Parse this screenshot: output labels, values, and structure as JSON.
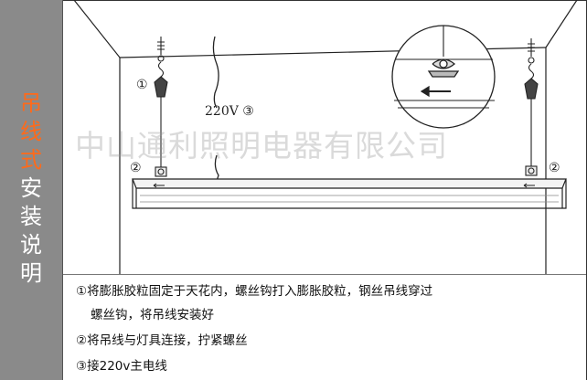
{
  "sidebar": {
    "title_accent": [
      "吊",
      "线",
      "式"
    ],
    "title_rest": [
      "安",
      "装",
      "说",
      "明"
    ],
    "accent_color": "#ff6a1a"
  },
  "watermark": "中山通利照明电器有限公司",
  "diagram": {
    "callout_1": "①",
    "callout_2_left": "②",
    "callout_2_right": "②",
    "voltage_label": "220V ③"
  },
  "notes": [
    "①将膨胀胶粒固定于天花内，螺丝钩打入膨胀胶粒，钢丝吊线穿过",
    "螺丝钩，将吊线安装好",
    "②将吊线与灯具连接，拧紧螺丝",
    "③接220v主电线"
  ]
}
